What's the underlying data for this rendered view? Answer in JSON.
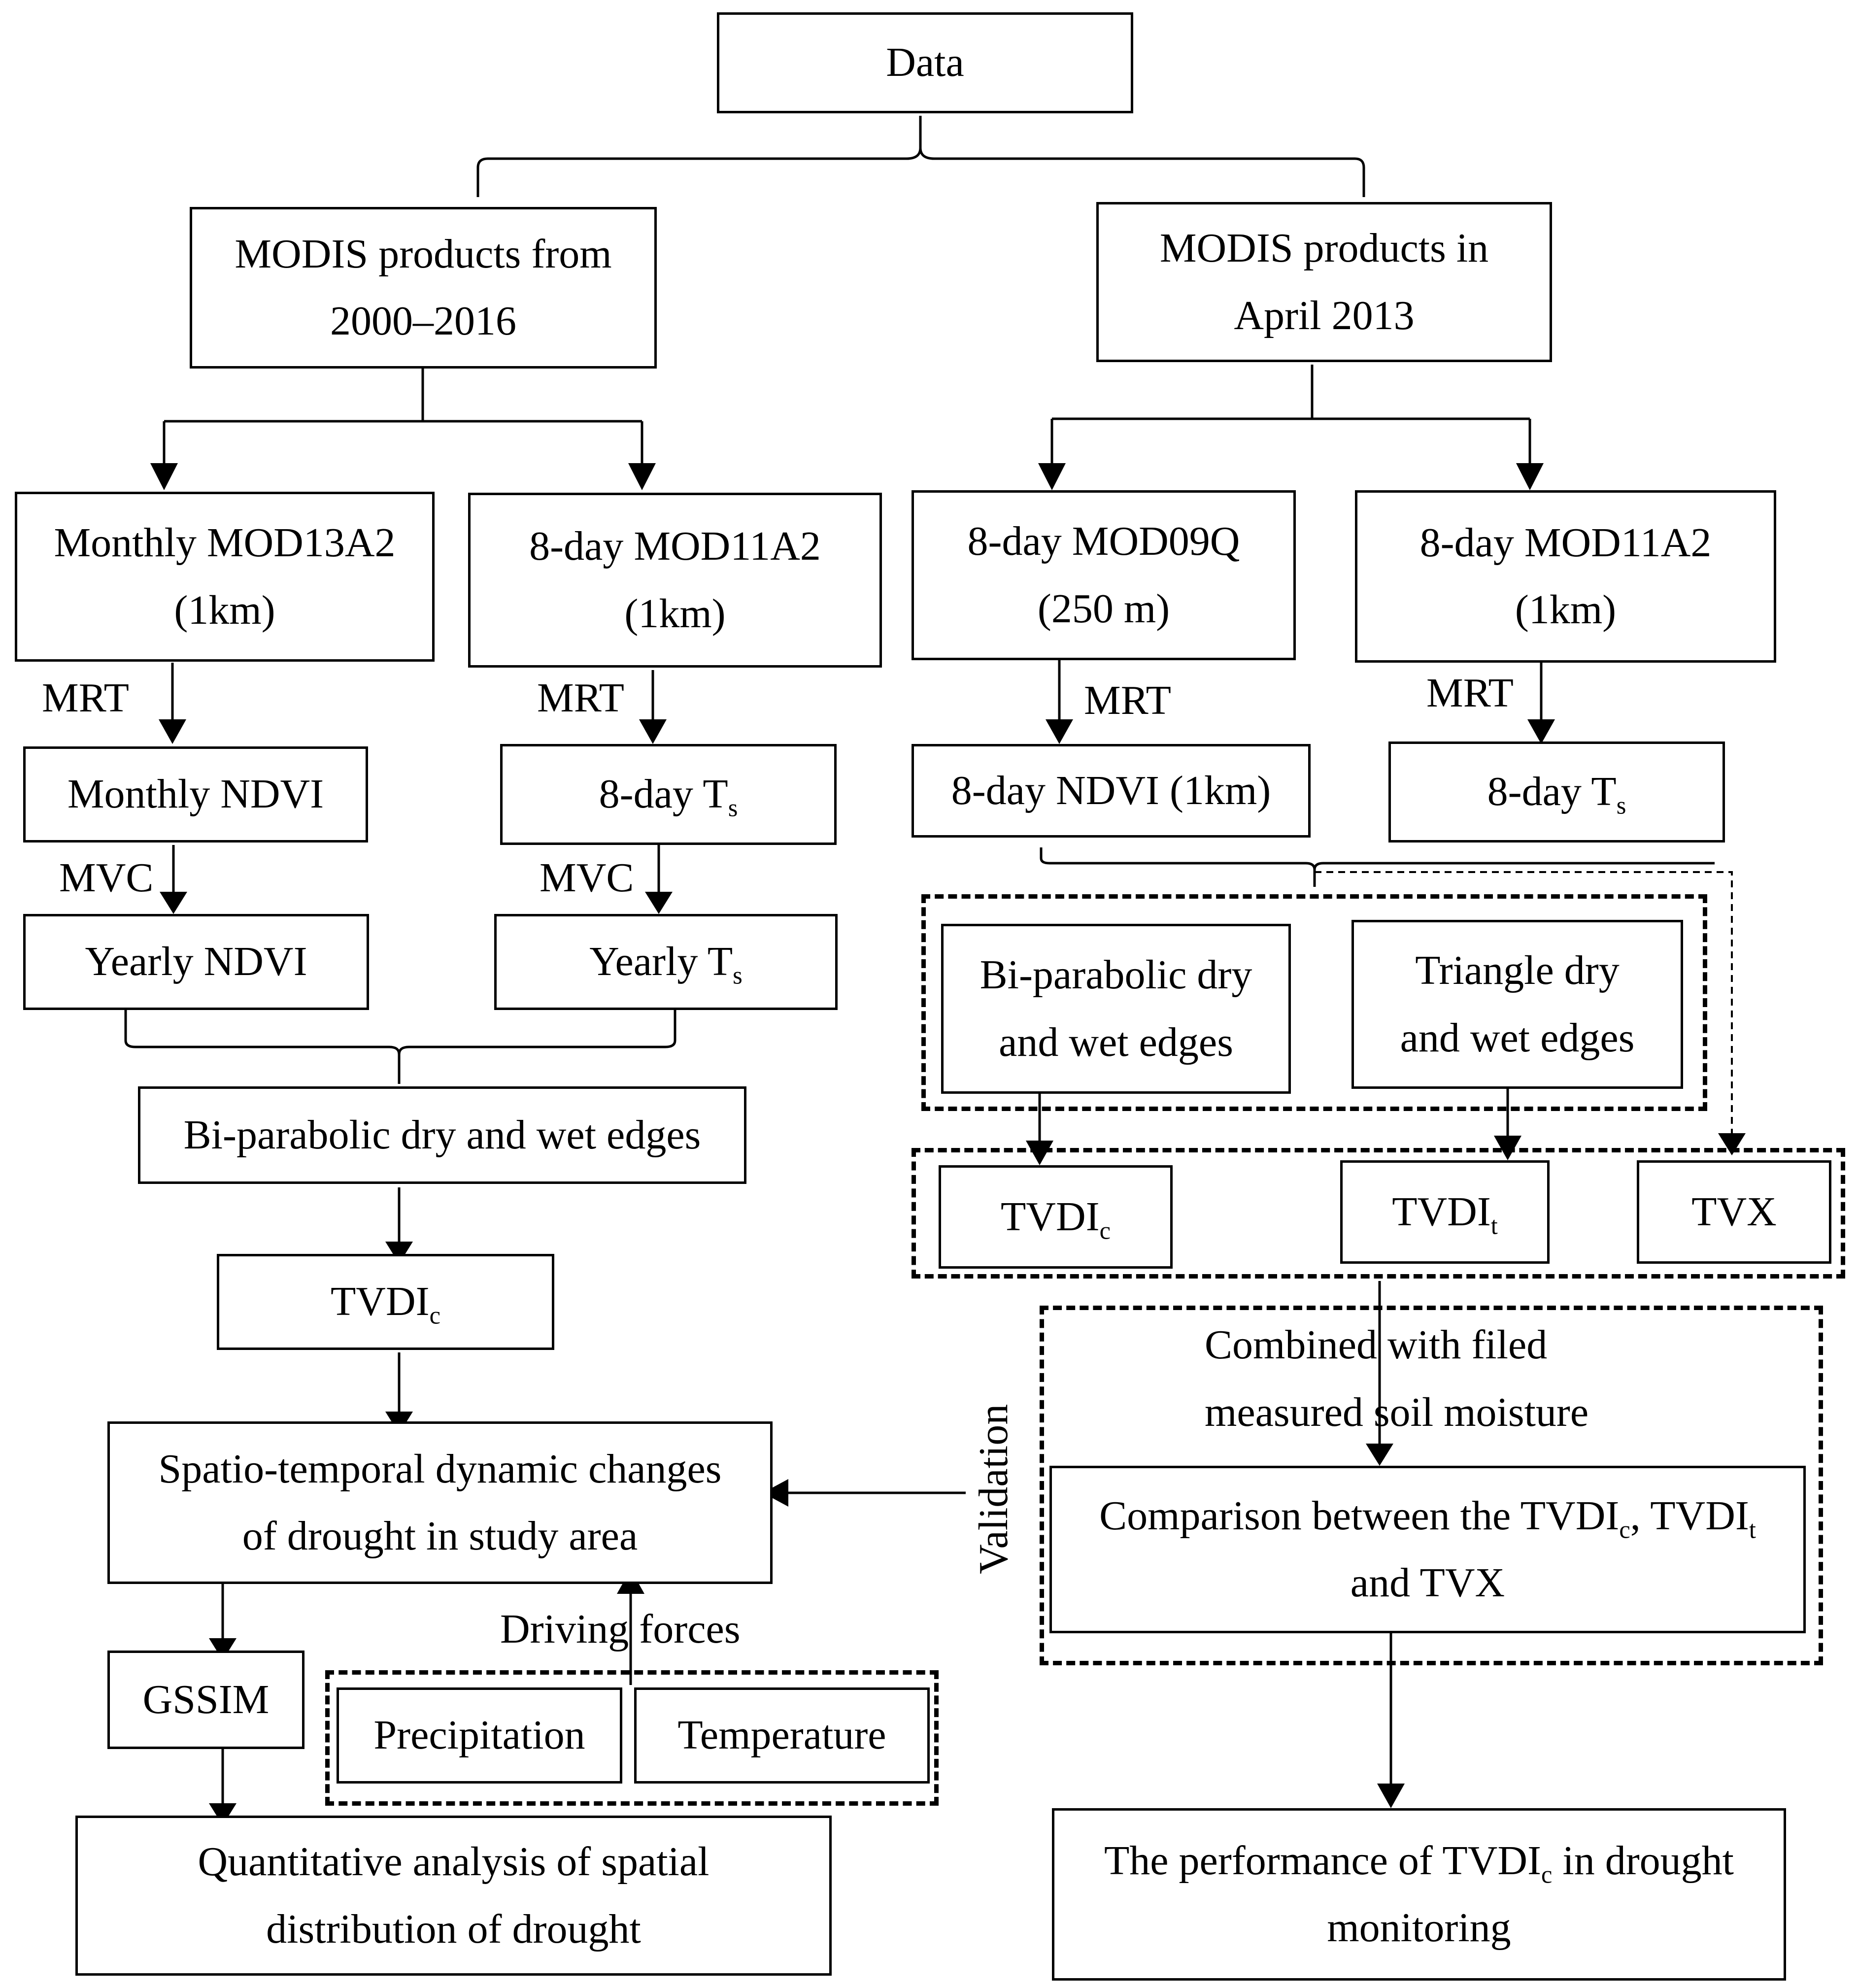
{
  "boxes": {
    "data": "Data",
    "modis_a_1": "MODIS products from",
    "modis_a_2": "2000–2016",
    "modis_b_1": "MODIS products in",
    "modis_b_2": "April 2013",
    "mod13a2_1": "Monthly MOD13A2",
    "mod13a2_2": "(1km)",
    "mod11a2_left_1": "8-day MOD11A2",
    "mod11a2_left_2": "(1km)",
    "mod09q_1": "8-day MOD09Q",
    "mod09q_2": "(250 m)",
    "mod11a2_right_1": "8-day MOD11A2",
    "mod11a2_right_2": "(1km)",
    "monthly_ndvi": "Monthly NDVI",
    "eight_day_ts_left": "8-day T",
    "eight_day_ts_left_sub": "s",
    "eight_day_ndvi": "8-day NDVI (1km)",
    "eight_day_ts_right": "8-day T",
    "eight_day_ts_right_sub": "s",
    "yearly_ndvi": "Yearly NDVI",
    "yearly_ts": "Yearly T",
    "yearly_ts_sub": "s",
    "biparabolic_left": "Bi-parabolic dry and wet edges",
    "biparabolic_right_1": "Bi-parabolic dry",
    "biparabolic_right_2": "and wet edges",
    "triangle_1": "Triangle dry",
    "triangle_2": "and wet edges",
    "tvdic_left": "TVDI",
    "tvdic_left_sub": "c",
    "tvdic_right": "TVDI",
    "tvdic_right_sub": "c",
    "tvdit": "TVDI",
    "tvdit_sub": "t",
    "tvx": "TVX",
    "spatio_1": "Spatio-temporal dynamic changes",
    "spatio_2": "of drought in study area",
    "comparison_1a": "Comparison between the TVDI",
    "comparison_1b": "c",
    "comparison_1c": ", TVDI",
    "comparison_1d": "t",
    "comparison_2": "and TVX",
    "gssim": "GSSIM",
    "precipitation": "Precipitation",
    "temperature": "Temperature",
    "quant_1": "Quantitative analysis of spatial",
    "quant_2": "distribution of drought",
    "performance_1a": "The performance of TVDI",
    "performance_1b": "c",
    "performance_1c": " in drought",
    "performance_2": "monitoring"
  },
  "labels": {
    "mrt_1": "MRT",
    "mrt_2": "MRT",
    "mrt_3": "MRT",
    "mrt_4": "MRT",
    "mvc_1": "MVC",
    "mvc_2": "MVC",
    "combined_1": "Combined with filed",
    "combined_2": "measured soil moisture",
    "validation": "Validation",
    "driving_forces": "Driving forces"
  }
}
